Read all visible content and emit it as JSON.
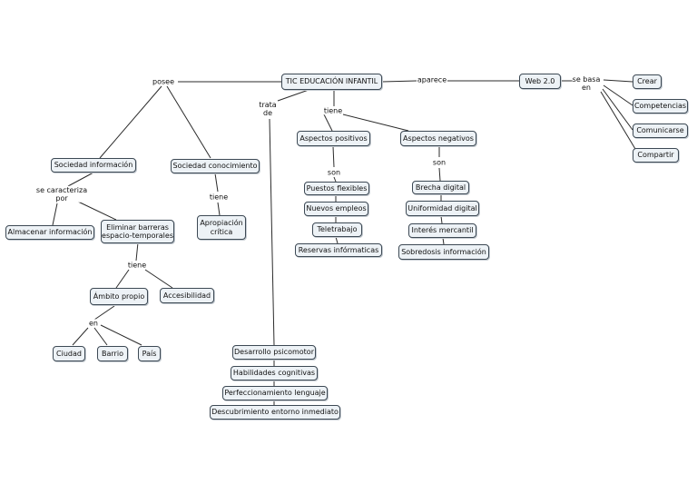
{
  "nodes": {
    "root": "TIC EDUCACIÓN INFANTIL",
    "web20": "Web 2.0",
    "crear": "Crear",
    "competencias": "Competencias",
    "comunicarse": "Comunicarse",
    "compartir": "Compartir",
    "soc_info": "Sociedad información",
    "soc_conoc": "Sociedad conocimiento",
    "almacenar": "Almacenar información",
    "eliminar_1": "Eliminar barreras",
    "eliminar_2": "espacio-temporales",
    "apropiacion_1": "Apropiación",
    "apropiacion_2": "crítica",
    "ambito": "Ámbito propio",
    "accesibilidad": "Accesibilidad",
    "ciudad": "Ciudad",
    "barrio": "Barrio",
    "pais": "País",
    "asp_pos": "Aspectos positivos",
    "asp_neg": "Aspectos negativos",
    "puestos": "Puestos flexibles",
    "nuevos": "Nuevos empleos",
    "teletrabajo": "Teletrabajo",
    "reservas": "Reservas infórmaticas",
    "brecha": "Brecha digital",
    "uniformidad": "Uniformidad digital",
    "interes": "Interés mercantil",
    "sobredosis": "Sobredosis información",
    "desarrollo": "Desarrollo psicomotor",
    "habilidades": "Habilidades cognitivas",
    "perfeccionamiento": "Perfeccionamiento lenguaje",
    "descubrimiento": "Descubrimiento entorno inmediato"
  },
  "links": {
    "posee": "posee",
    "aparece": "aparece",
    "se_basa_1": "se basa",
    "se_basa_2": "en",
    "trata_1": "trata",
    "trata_2": "de",
    "tiene_root": "tiene",
    "se_caracteriza_1": "se caracteriza",
    "se_caracteriza_2": "por",
    "tiene_conoc": "tiene",
    "tiene_elim": "tiene",
    "en": "en",
    "son_pos": "son",
    "son_neg": "son"
  }
}
